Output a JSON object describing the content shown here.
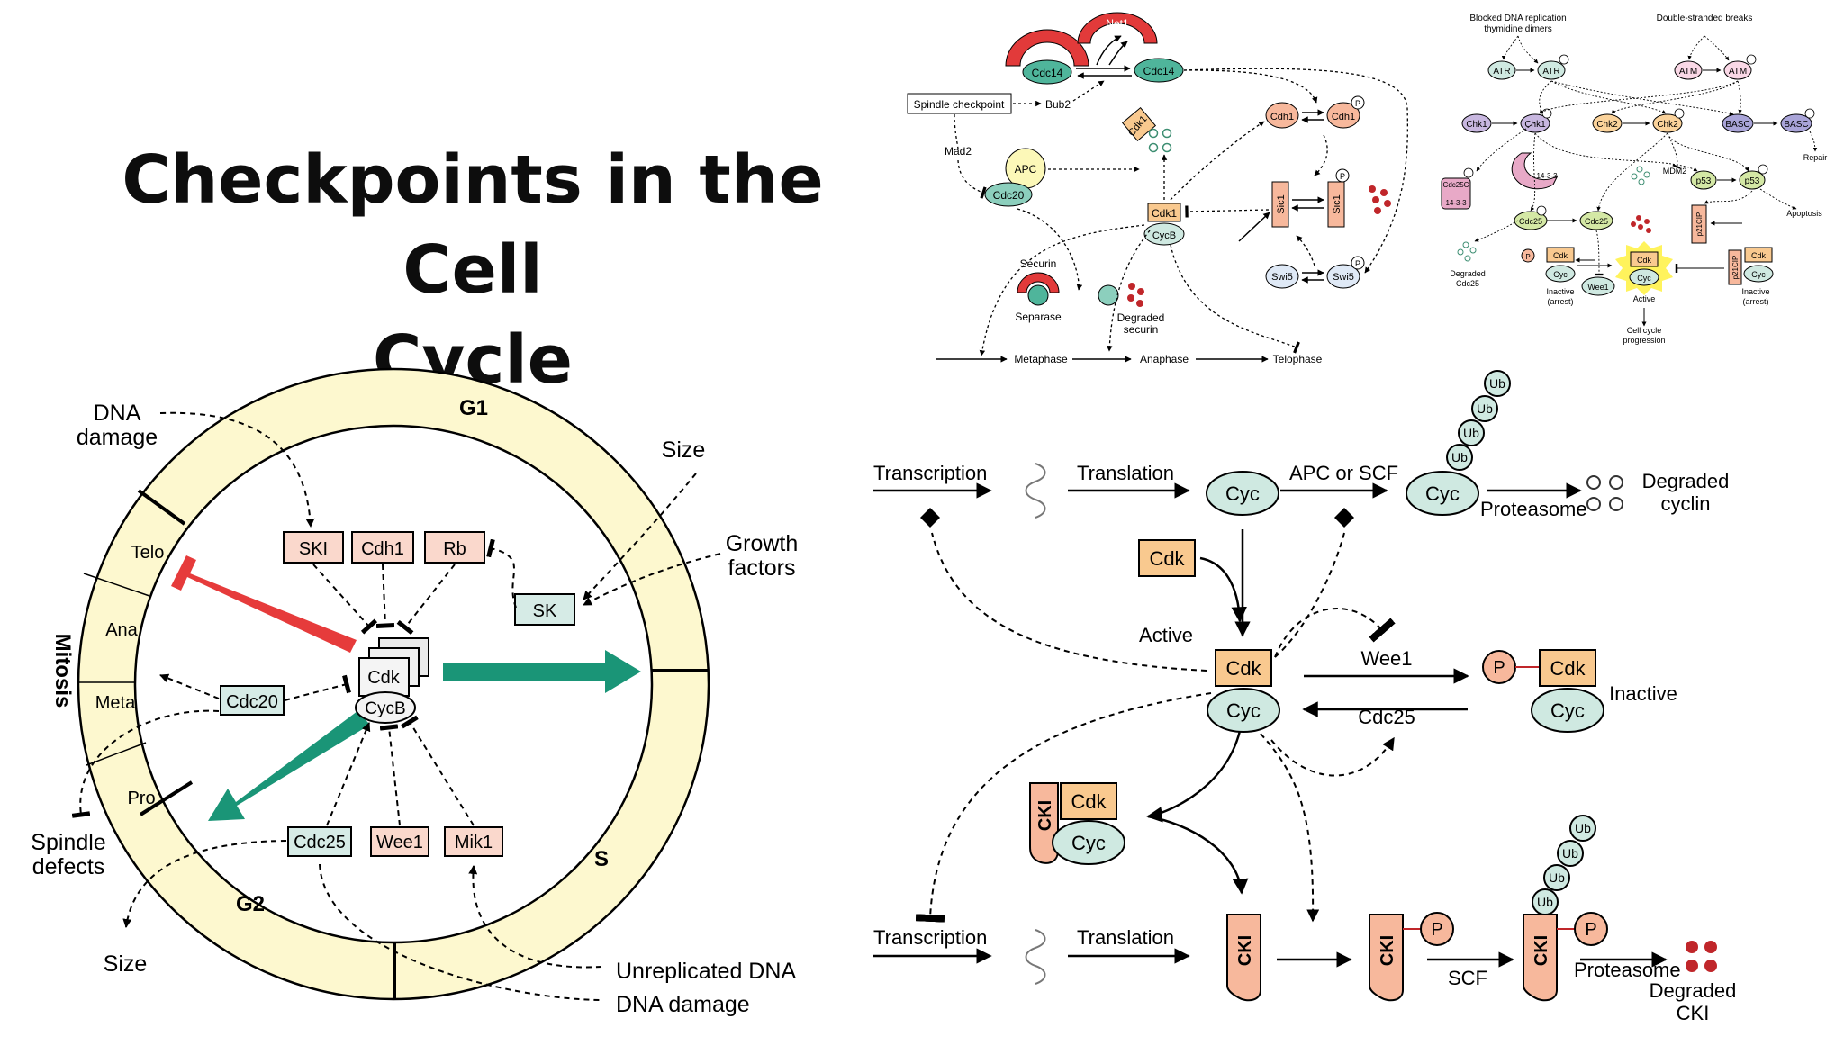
{
  "title": {
    "line1": "Checkpoints in the Cell",
    "line2": "Cycle"
  },
  "colors": {
    "ring": "#fdf8cf",
    "teal": "#1a9577",
    "red": "#e63b3b",
    "pink": "#fad8cc",
    "tealbox": "#d6ebe6",
    "orange": "#f9c98f",
    "cyc": "#cfe9e1",
    "apc": "#fcf8b8"
  },
  "cycle": {
    "phases": {
      "g1": "G1",
      "s": "S",
      "g2": "G2",
      "mitosis": "Mitosis",
      "telo": "Telo",
      "ana": "Ana",
      "meta": "Meta",
      "pro": "Pro"
    },
    "boxes": {
      "ski": "SKI",
      "cdh1": "Cdh1",
      "rb": "Rb",
      "sk": "SK",
      "cdc20": "Cdc20",
      "cdc25": "Cdc25",
      "wee1": "Wee1",
      "mik1": "Mik1"
    },
    "center": {
      "cdk": "Cdk",
      "cycb": "CycB"
    },
    "labels": {
      "dna_damage_1": "DNA",
      "dna_damage_2": "damage",
      "size_top": "Size",
      "growth_1": "Growth",
      "growth_2": "factors",
      "spindle_1": "Spindle",
      "spindle_2": "defects",
      "size_bottom": "Size",
      "unreplicated": "Unreplicated DNA",
      "dna_damage_bottom": "DNA damage"
    }
  },
  "mitotic": {
    "net1": "Net1",
    "cdc14": "Cdc14",
    "spindle_checkpoint": "Spindle checkpoint",
    "bub2": "Bub2",
    "mad2": "Mad2",
    "apc": "APC",
    "cdc20": "Cdc20",
    "cdk1": "Cdk1",
    "cycb": "CycB",
    "cdh1": "Cdh1",
    "p": "P",
    "sic1": "Sic1",
    "swi5": "Swi5",
    "securin": "Securin",
    "separase": "Separase",
    "degraded_1": "Degraded",
    "degraded_2": "securin",
    "metaphase": "Metaphase",
    "anaphase": "Anaphase",
    "telophase": "Telophase"
  },
  "dna": {
    "blocked_1": "Blocked DNA replication",
    "blocked_2": "thymidine dimers",
    "dsb": "Double-stranded breaks",
    "atr": "ATR",
    "atm": "ATM",
    "chk1": "Chk1",
    "chk2": "Chk2",
    "basc": "BASC",
    "repair": "Repair",
    "p": "P",
    "cdc25c": "Cdc25C",
    "p1433": "14-3-3",
    "mdm2": "MDM2",
    "p53": "p53",
    "apoptosis": "Apoptosis",
    "cdc25": "Cdc25",
    "p21": "p21CIP",
    "degraded_1": "Degraded",
    "degraded_2": "Cdc25",
    "cdk": "Cdk",
    "cyc": "Cyc",
    "wee1": "Wee1",
    "inactive_1": "Inactive",
    "inactive_2": "(arrest)",
    "active": "Active",
    "prog_1": "Cell cycle",
    "prog_2": "progression"
  },
  "reg": {
    "transcription": "Transcription",
    "translation": "Translation",
    "apc_or_scf": "APC or SCF",
    "cyc": "Cyc",
    "ub": "Ub",
    "proteasome": "Proteasome",
    "degraded_1": "Degraded",
    "degraded_cyclin": "cyclin",
    "cdk": "Cdk",
    "active": "Active",
    "wee1": "Wee1",
    "cdc25": "Cdc25",
    "p": "P",
    "inactive": "Inactive",
    "cki": "CKI",
    "scf": "SCF",
    "degraded_cki": "CKI"
  }
}
